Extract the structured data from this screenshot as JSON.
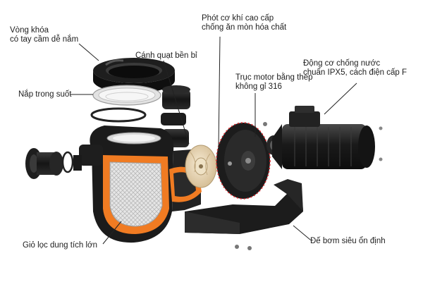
{
  "labels": {
    "locking_ring": "Vòng khóa\ncó tay cầm dễ nắm",
    "transparent_lid": "Nắp trong suốt",
    "impeller": "Cánh quạt bền bỉ",
    "seal": "Phót cơ khí cao cấp\nchống ăn mòn hóa chất",
    "shaft": "Trục motor bằng thép\nkhông gỉ 316",
    "motor": "Động cơ chống nước\nchuẩn IPX5, cách điện cấp F",
    "strainer": "Giỏ lọc dung tích lớn",
    "base": "Đế bơm siêu ổn định"
  },
  "colors": {
    "cutaway_orange": "#f07b22",
    "seal_ring_red": "#d8262a",
    "body_black": "#1b1b1b",
    "impeller_cream": "#e9d7b6"
  }
}
